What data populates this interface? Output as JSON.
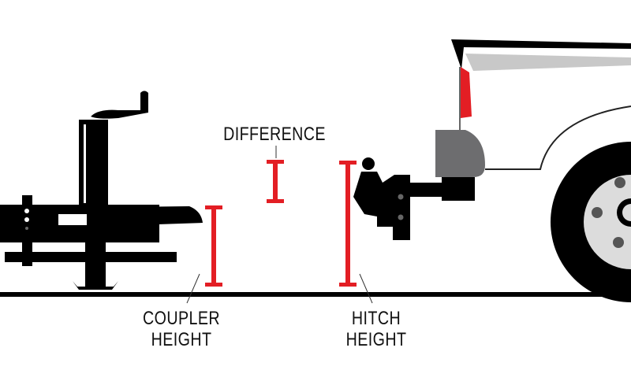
{
  "labels": {
    "difference": "DIFFERENCE",
    "coupler_height": [
      "COUPLER",
      "HEIGHT"
    ],
    "hitch_height": [
      "HITCH",
      "HEIGHT"
    ]
  },
  "colors": {
    "measure": "#e31e24",
    "ink": "#000000",
    "bumper": "#6d6d6f",
    "trim": "#c8c8c8",
    "hub": "#dcdcdc"
  }
}
